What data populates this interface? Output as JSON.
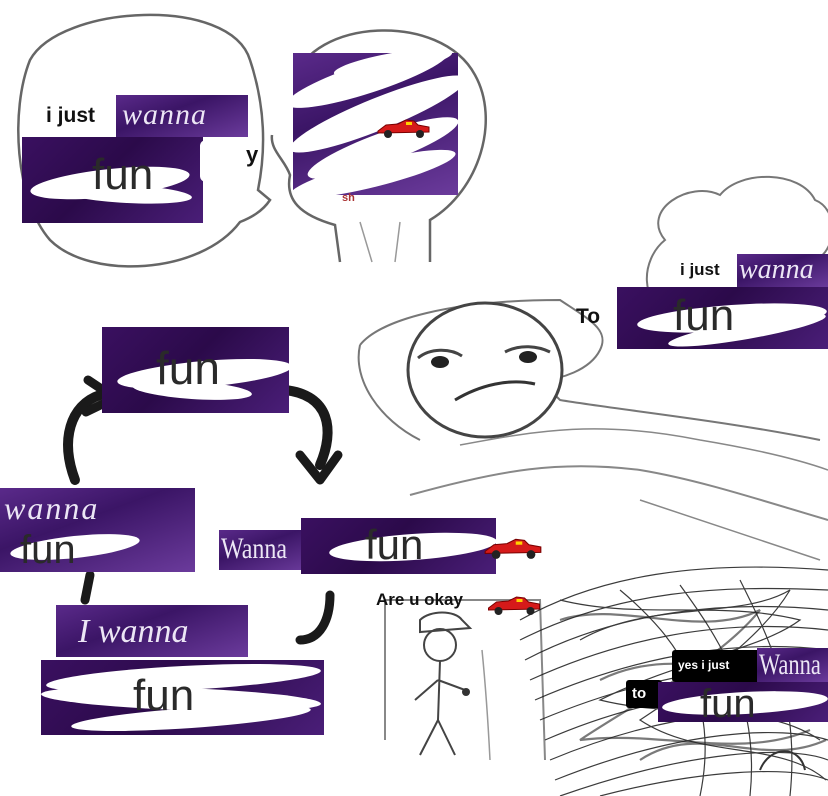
{
  "labels": {
    "i_just_top": "i just",
    "wanna_top": "wanna",
    "fun_top": "fun",
    "y_partial": "y",
    "stamp_partial": "sh",
    "i_just_right": "i just",
    "wanna_right": "wanna",
    "to_right": "To",
    "fun_right": "fun",
    "fun_mid": "fun",
    "wanna_left": "wanna",
    "fun_left": "fun",
    "wanna_center": "Wanna",
    "fun_center": "fun",
    "are_u_okay": "Are u okay",
    "i_wanna": "I wanna",
    "fun_bottom": "fun",
    "yes_i_just": "yes i just",
    "wanna_bottom_right": "Wanna",
    "to_bottom": "to",
    "fun_bottom_right": "fun"
  },
  "colors": {
    "overlay_purple": "#3a1060",
    "scribble_white": "#ffffff",
    "line_gray": "#555555",
    "dark_scribble": "#1a1a1a"
  },
  "icons": {
    "car": "red-race-car-icon"
  }
}
